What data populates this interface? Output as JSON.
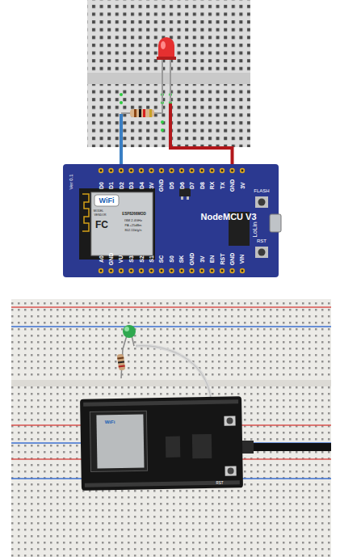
{
  "diagram": {
    "nodes": [
      {
        "text": [
          "NodeMCU V3"
        ]
      }
    ],
    "labels": [
      "Ver 0.1",
      "D0",
      "D1",
      "D2",
      "D3",
      "D4",
      "3V",
      "GND",
      "D5",
      "D6",
      "D7",
      "D8",
      "RX",
      "TX",
      "GND",
      "3V",
      "A0",
      "GND",
      "VU",
      "S3",
      "S2",
      "S1",
      "SC",
      "S0",
      "SK",
      "GND",
      "3V",
      "EN",
      "RST",
      "GND",
      "VIN",
      "FLASH",
      "RST",
      "LoLin",
      "WiFi",
      "MODEL",
      "VENDOR",
      "ESP8266MOD",
      "ISM 2.4GHz",
      "PA +25dBm",
      "802.11b/g/n",
      "FC",
      "WiFi",
      "RST"
    ]
  }
}
